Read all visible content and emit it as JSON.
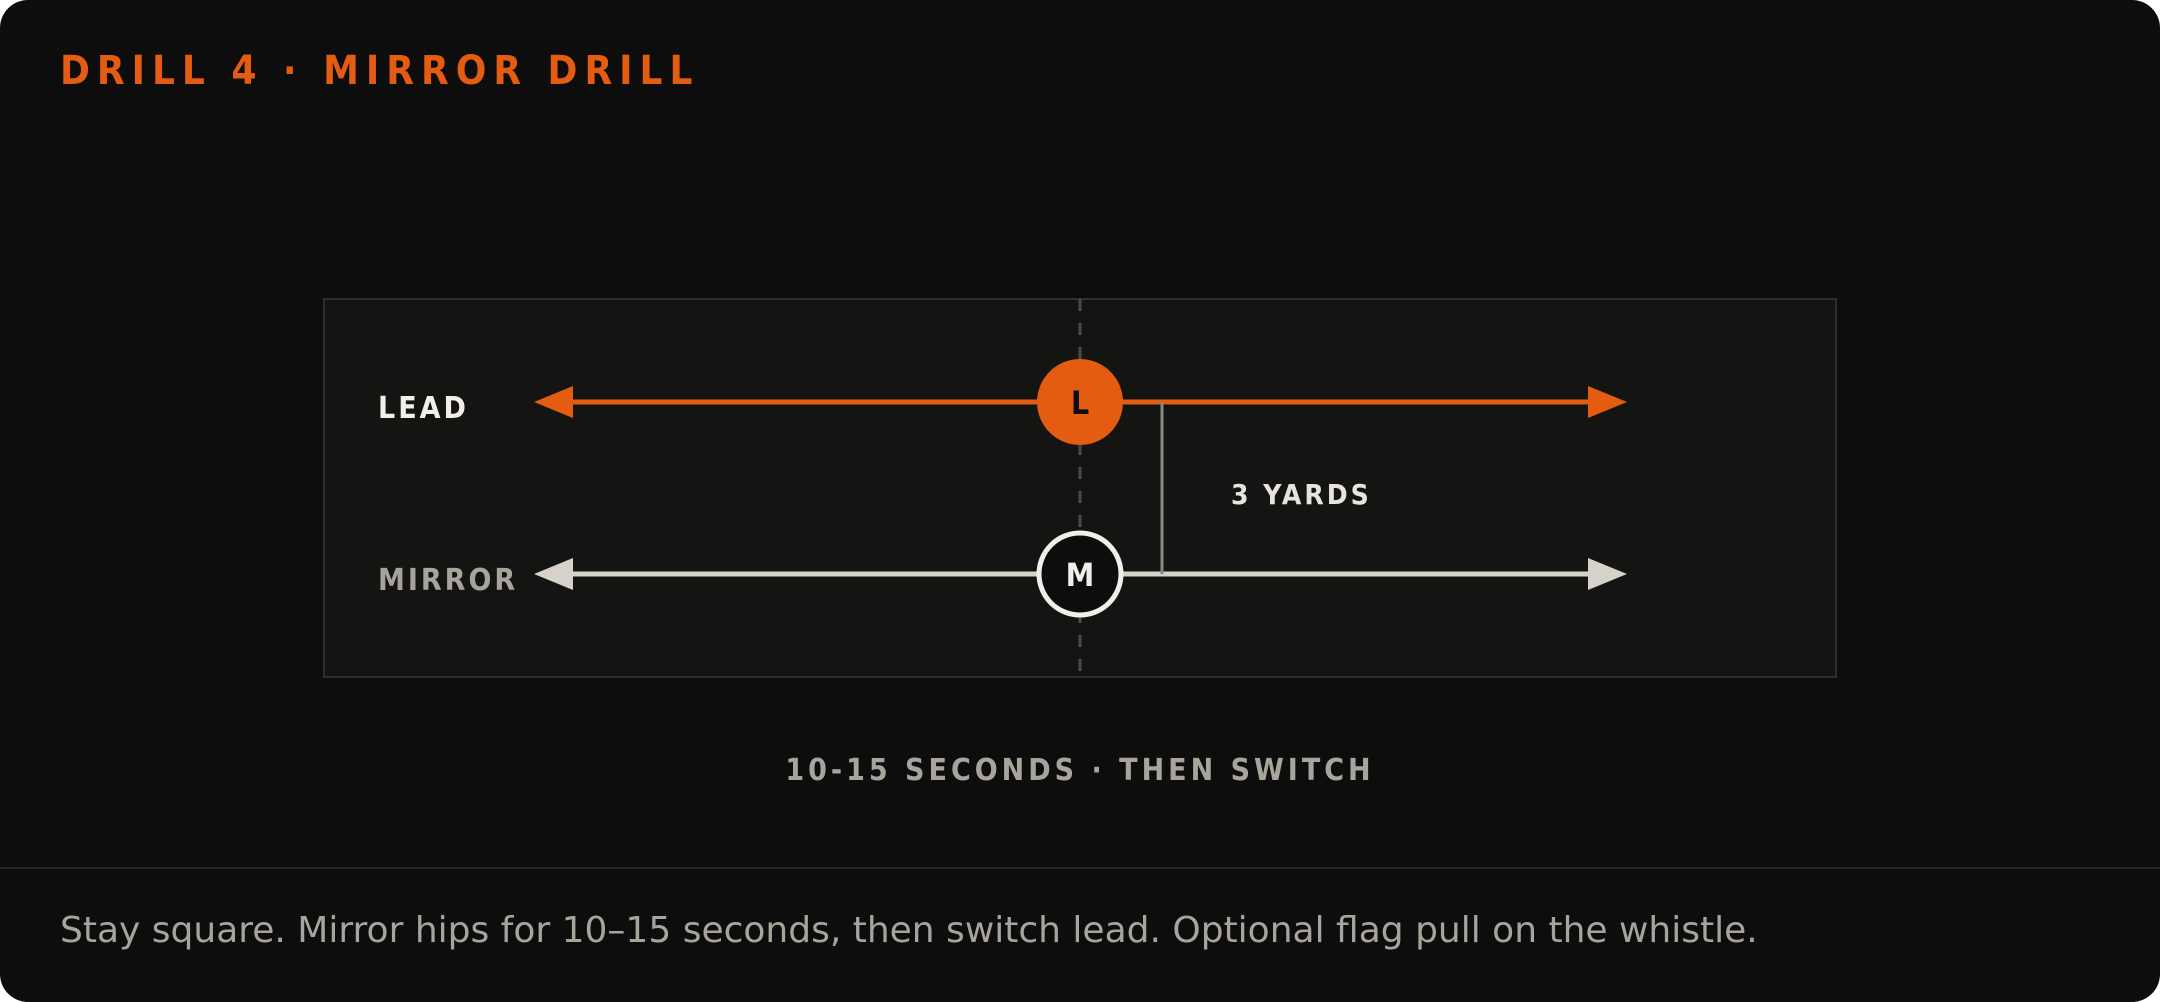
{
  "header": {
    "title": "DRILL 4 · MIRROR DRILL"
  },
  "diagram": {
    "lead_label": "LEAD",
    "mirror_label": "MIRROR",
    "lead_marker": "L",
    "mirror_marker": "M",
    "distance_label": "3 YARDS",
    "timing_label": "10-15 SECONDS · THEN SWITCH"
  },
  "footer": {
    "instructions": "Stay square. Mirror hips for 10–15 seconds, then switch lead. Optional flag pull on the whistle."
  },
  "colors": {
    "background": "#0d0d0d",
    "accent": "#e45c12",
    "field": "#141513",
    "light_line": "#d6d2ca",
    "muted_text": "#a8a49c"
  }
}
